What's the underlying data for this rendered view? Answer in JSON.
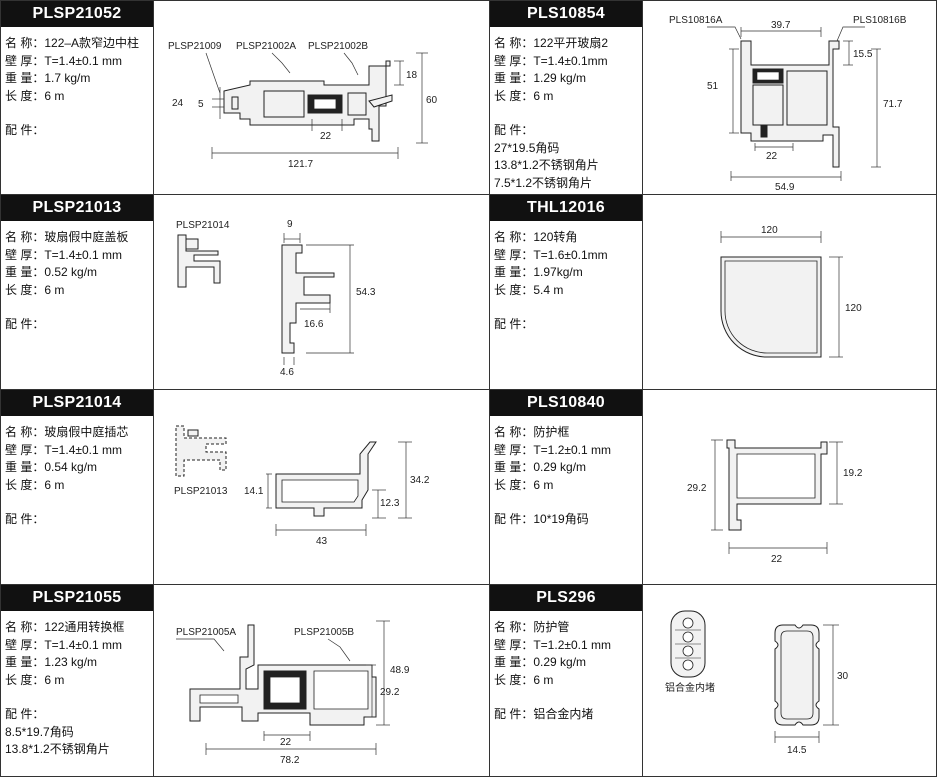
{
  "labels": {
    "name": "名 称：",
    "thickness": "壁 厚：",
    "weight": "重 量：",
    "length": "长 度：",
    "parts": "配 件："
  },
  "panels": [
    {
      "code": "PLSP21052",
      "name": "122–A款窄边中柱",
      "thickness": "T=1.4±0.1 mm",
      "weight": "1.7 kg/m",
      "length": "6 m",
      "parts": "",
      "parts_list": [],
      "callouts": [
        "PLSP21009",
        "PLSP21002A",
        "PLSP21002B"
      ],
      "dims": [
        "24",
        "5",
        "18",
        "60",
        "22",
        "121.7"
      ]
    },
    {
      "code": "PLS10854",
      "name": "122平开玻扇2",
      "thickness": "T=1.4±0.1mm",
      "weight": "1.29 kg/m",
      "length": "6 m",
      "parts": "",
      "parts_list": [
        "27*19.5角码",
        "13.8*1.2不锈钢角片",
        "7.5*1.2不锈钢角片"
      ],
      "callouts": [
        "PLS10816A",
        "PLS10816B"
      ],
      "dims": [
        "39.7",
        "15.5",
        "51",
        "71.7",
        "22",
        "54.9"
      ]
    },
    {
      "code": "PLSP21013",
      "name": "玻扇假中庭盖板",
      "thickness": "T=1.4±0.1 mm",
      "weight": "0.52 kg/m",
      "length": "6 m",
      "parts": "",
      "parts_list": [],
      "callouts": [
        "PLSP21014"
      ],
      "dims": [
        "9",
        "54.3",
        "16.6",
        "4.6"
      ]
    },
    {
      "code": "THL12016",
      "name": "120转角",
      "thickness": "T=1.6±0.1mm",
      "weight": "1.97kg/m",
      "length": "5.4 m",
      "parts": "",
      "parts_list": [],
      "callouts": [],
      "dims": [
        "120",
        "120"
      ]
    },
    {
      "code": "PLSP21014",
      "name": "玻扇假中庭插芯",
      "thickness": "T=1.4±0.1 mm",
      "weight": "0.54 kg/m",
      "length": "6 m",
      "parts": "",
      "parts_list": [],
      "callouts": [
        "PLSP21013"
      ],
      "dims": [
        "34.2",
        "14.1",
        "12.3",
        "43"
      ]
    },
    {
      "code": "PLS10840",
      "name": "防护框",
      "thickness": "T=1.2±0.1 mm",
      "weight": "0.29 kg/m",
      "length": "6 m",
      "parts": "10*19角码",
      "parts_list": [],
      "callouts": [],
      "dims": [
        "29.2",
        "19.2",
        "22"
      ]
    },
    {
      "code": "PLSP21055",
      "name": "122通用转换框",
      "thickness": "T=1.4±0.1 mm",
      "weight": "1.23 kg/m",
      "length": "6 m",
      "parts": "",
      "parts_list": [
        "8.5*19.7角码",
        "13.8*1.2不锈钢角片"
      ],
      "callouts": [
        "PLSP21005A",
        "PLSP21005B"
      ],
      "dims": [
        "48.9",
        "29.2",
        "22",
        "78.2"
      ]
    },
    {
      "code": "PLS296",
      "name": "防护管",
      "thickness": "T=1.2±0.1 mm",
      "weight": "0.29 kg/m",
      "length": "6 m",
      "parts": "铝合金内堵",
      "parts_list": [],
      "callouts": [
        "铝合金内堵"
      ],
      "dims": [
        "30",
        "14.5"
      ]
    }
  ]
}
